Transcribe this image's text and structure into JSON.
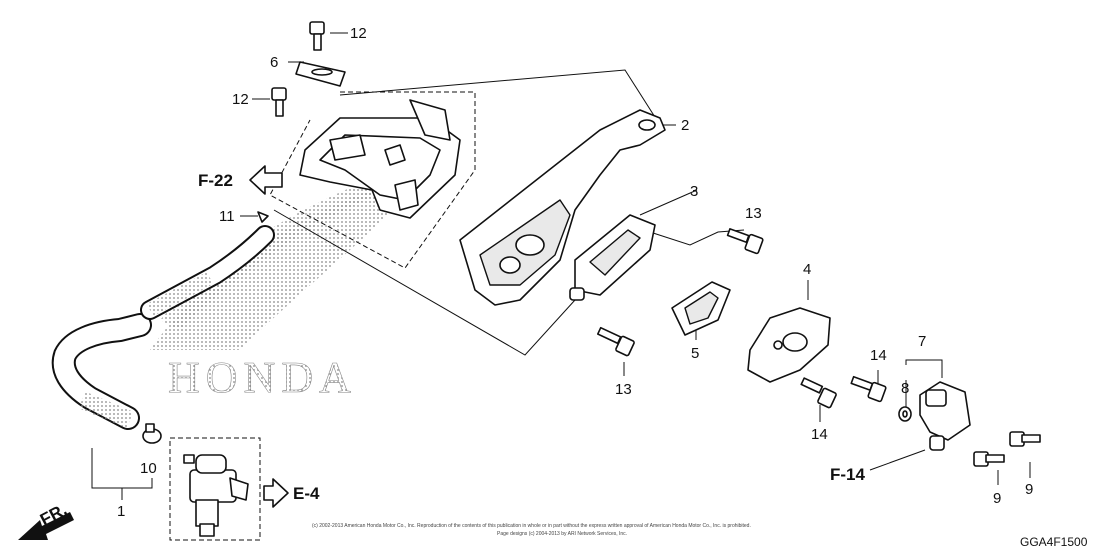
{
  "watermark": "HONDA",
  "callouts": {
    "c1": "1",
    "c2": "2",
    "c3": "3",
    "c4": "4",
    "c5": "5",
    "c6": "6",
    "c7": "7",
    "c8": "8",
    "c9a": "9",
    "c9b": "9",
    "c10": "10",
    "c11": "11",
    "c12a": "12",
    "c12b": "12",
    "c13a": "13",
    "c13b": "13",
    "c14a": "14",
    "c14b": "14"
  },
  "refs": {
    "f22": "F-22",
    "e4": "E-4",
    "f14": "F-14",
    "fr": "FR."
  },
  "footer": {
    "copyright_line1": "(c) 2002-2013 American Honda Motor Co., Inc. Reproduction of the contents of this publication in whole or in part without the express written approval of American Honda Motor Co., Inc. is prohibited.",
    "copyright_line2": "Page designs (c) 2004-2013 by ARI Network Services, Inc.",
    "diagram_code": "GGA4F1500"
  }
}
